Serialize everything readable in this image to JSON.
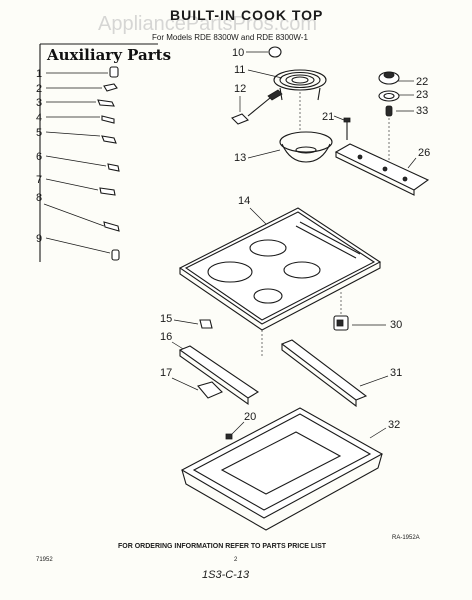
{
  "watermark": "AppliancePartsPros.com",
  "header": {
    "title": "BUILT-IN COOK TOP",
    "subtitle": "For Models RDE 8300W and RDE 8300W-1"
  },
  "auxiliary": {
    "heading": "Auxiliary Parts",
    "items": [
      "1",
      "2",
      "3",
      "4",
      "5",
      "6",
      "7",
      "8",
      "9"
    ]
  },
  "callouts": {
    "c10": "10",
    "c11": "11",
    "c12": "12",
    "c13": "13",
    "c14": "14",
    "c15": "15",
    "c16": "16",
    "c17": "17",
    "c20": "20",
    "c21": "21",
    "c22": "22",
    "c23": "23",
    "c26": "26",
    "c30": "30",
    "c31": "31",
    "c32": "32",
    "c33": "33"
  },
  "footer": {
    "note": "FOR ORDERING INFORMATION REFER TO PARTS PRICE LIST",
    "drawing_id": "RA-1952A",
    "left_code": "71952",
    "page_number": "2",
    "handwritten": "1S3-C-13"
  }
}
